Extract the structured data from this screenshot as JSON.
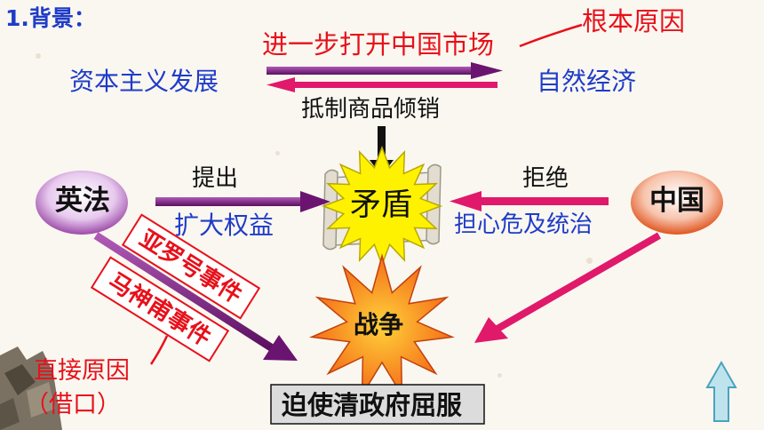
{
  "heading": "1.背景：",
  "top": {
    "left": "资本主义发展",
    "right": "自然经济",
    "over_arrow": "进一步打开中国市场",
    "root_cause": "根本原因",
    "under_arrow": "抵制商品倾销"
  },
  "middle": {
    "left_node": "英法",
    "right_node": "中国",
    "left_action": "提出",
    "left_demand": "扩大权益",
    "right_action": "拒绝",
    "right_reason": "担心危及统治",
    "center": "矛盾"
  },
  "incidents": {
    "first": "亚罗号事件",
    "second": "马神甫事件"
  },
  "direct_cause": {
    "line1": "直接原因",
    "line2": "（借口）"
  },
  "war": "战争",
  "outcome": "迫使清政府屈服",
  "colors": {
    "red": "#e8101a",
    "blue": "#1f3cc8",
    "arrow_purple": "#7a1f7e",
    "arrow_pink": "#e0196b",
    "star_yellow": "#fff200",
    "war_orange": "#f26a1b"
  }
}
